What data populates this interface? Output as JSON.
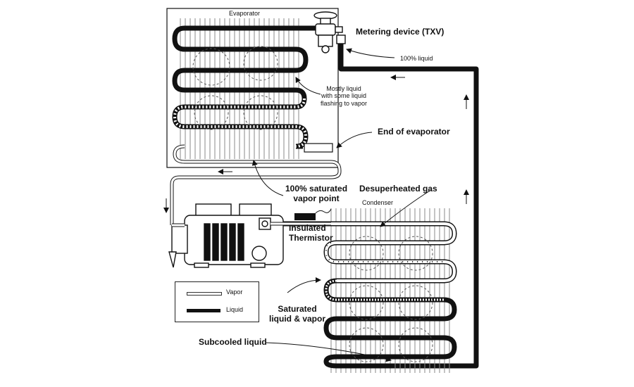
{
  "labels": {
    "evaporator": "Evaporator",
    "metering_device": "Metering device (TXV)",
    "liquid_100": "100% liquid",
    "mostly_liquid": [
      "Mostly liquid",
      "with some liquid",
      "flashing to vapor"
    ],
    "end_of_evaporator": "End of evaporator",
    "saturated_vapor_point": [
      "100% saturated",
      "vapor point"
    ],
    "desuperheated_gas": "Desuperheated gas",
    "condenser": "Condenser",
    "insulated_thermistor": [
      "Insulated",
      "Thermistor"
    ],
    "saturated_liquid_vapor": [
      "Saturated",
      "liquid & vapor"
    ],
    "subcooled_liquid": "Subcooled liquid"
  },
  "legend": {
    "vapor": "Vapor",
    "liquid": "Liquid"
  },
  "colors": {
    "line": "#111111",
    "fin": "#8a8a8a",
    "vapor_fill": "#ffffff"
  }
}
